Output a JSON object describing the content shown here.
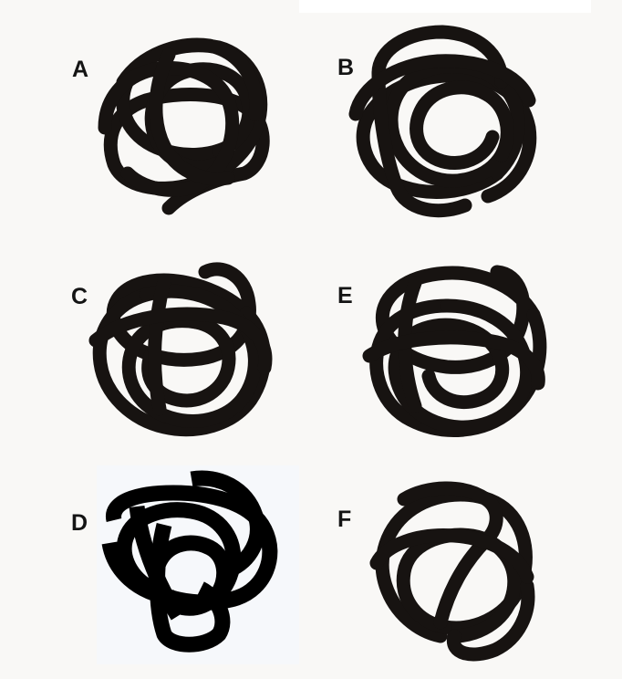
{
  "labels": {
    "a": "A",
    "b": "B",
    "c": "C",
    "d": "D",
    "e": "E",
    "f": "F"
  },
  "colors": {
    "stroke": "#171311",
    "background": "#f9f8f6"
  }
}
